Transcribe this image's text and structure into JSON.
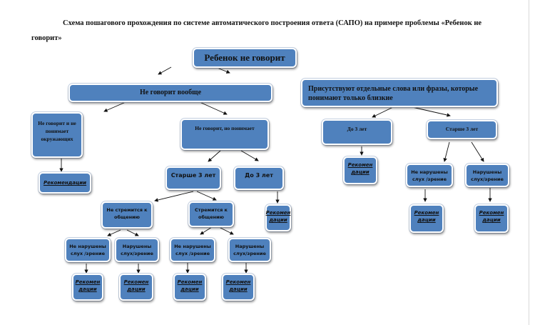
{
  "title": "Схема пошагового прохождения по системе автоматического построения ответа (САПО) на примере проблемы «Ребенок не говорит»",
  "accent_color": "#4f81bd",
  "nodes": {
    "root": "Ребенок не говорит",
    "not_speaking_at_all": "Не говорит вообще",
    "isolated_words": "Присутствуют отдельные слова или фразы, которые понимают только близкие",
    "no_speech_no_understanding": "Не говорит и не понимает окружающих",
    "no_speech_understands": "Не говорит, но понимает",
    "left_older_3": "Старше 3 лет",
    "left_under_3": "До 3 лет",
    "no_seek_contact": "Не стремится к общению",
    "seeks_contact": "Стремится к общению",
    "a_not_impaired": "Не нарушены слух /зрение",
    "a_impaired": "Нарушены слух/зрение",
    "b_not_impaired": "Не нарушены слух /зрение",
    "b_impaired": "Нарушены слух/зрение",
    "right_under_3": "До 3 лет",
    "right_older_3": "Старше 3 лет",
    "c_not_impaired": "Не нарушены слух /зрение",
    "c_impaired": "Нарушены слух/зрение"
  },
  "recommendations": {
    "full": "Рекомендации",
    "split_1": "Рекомен",
    "split_2": "дации"
  }
}
